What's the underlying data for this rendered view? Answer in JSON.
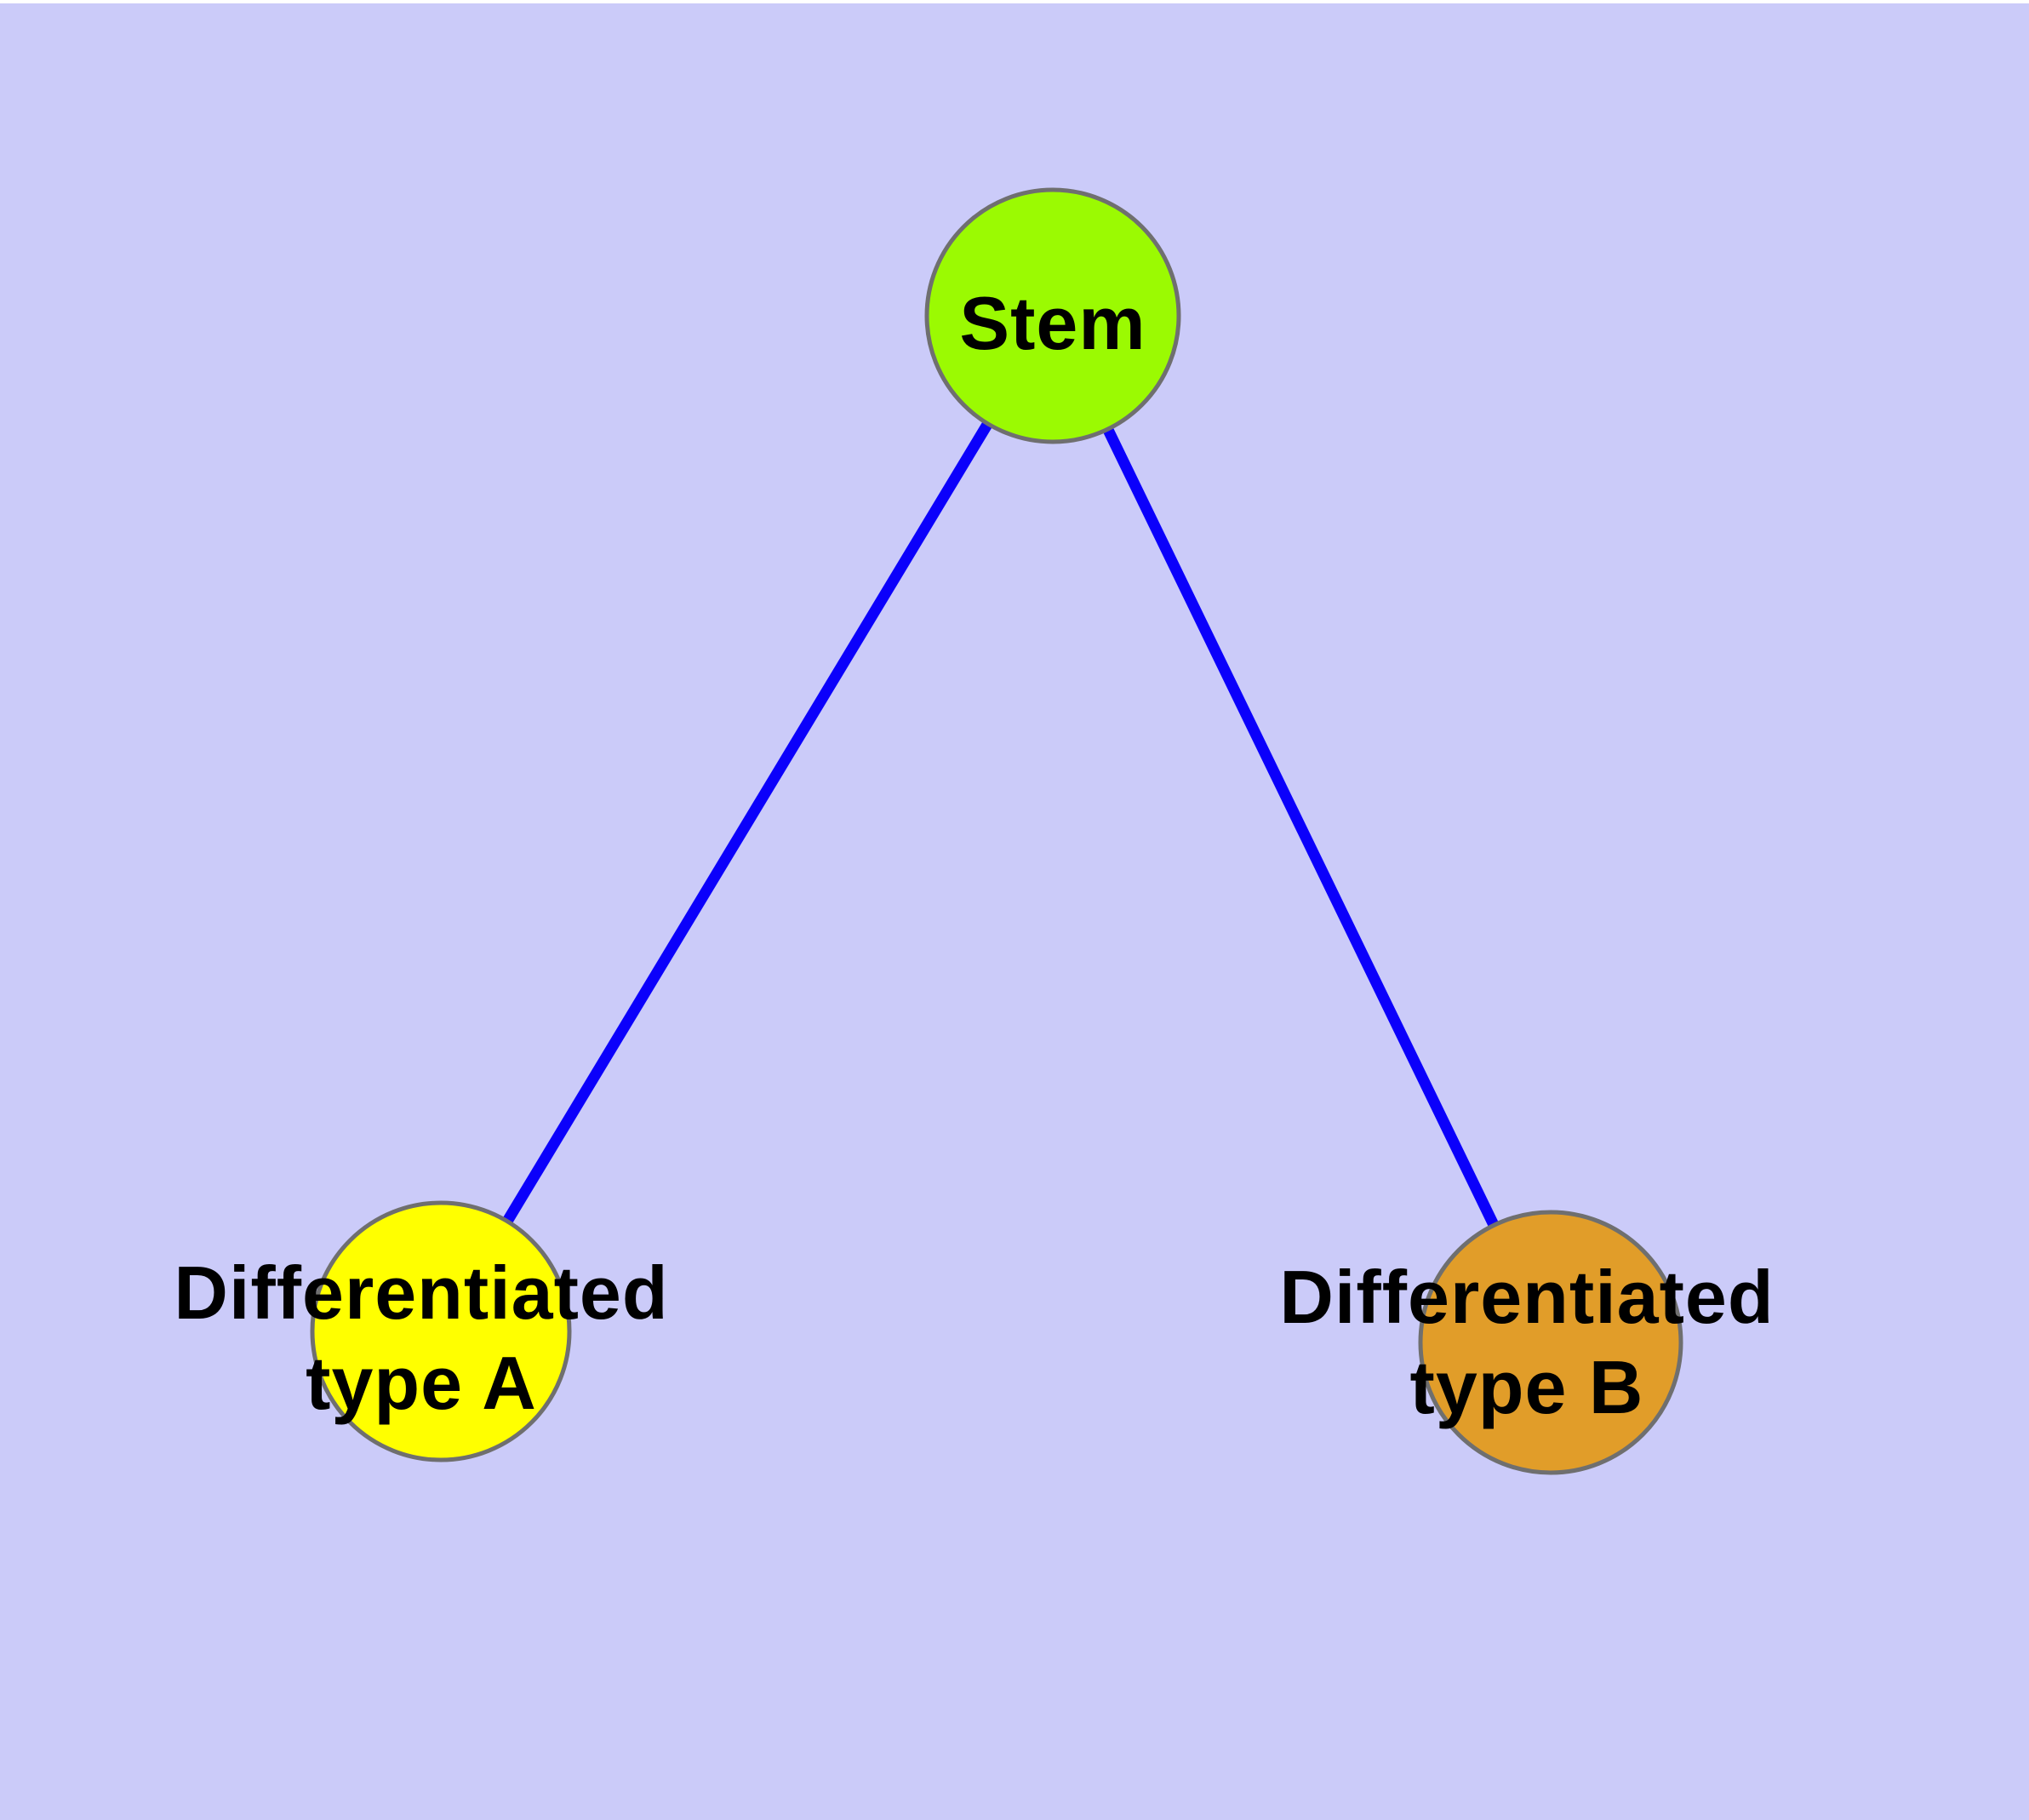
{
  "diagram": {
    "type": "graph",
    "background_color": "#CBCBF9",
    "top_margin_color": "#FFFFFF",
    "edge_color": "#0B00FB",
    "node_border_color": "#6F6F6F",
    "label_color": "#000000",
    "nodes": {
      "stem": {
        "label": "Stem",
        "fill": "#9BFA02"
      },
      "type_a": {
        "label_line1": "Differentiated",
        "label_line2": "type A",
        "fill": "#FFFF00"
      },
      "type_b": {
        "label_line1": "Differentiated",
        "label_line2": "type B",
        "fill": "#E19D29"
      }
    },
    "edges": [
      {
        "from": "Stem",
        "to": "Differentiated type A"
      },
      {
        "from": "Stem",
        "to": "Differentiated type B"
      }
    ]
  }
}
